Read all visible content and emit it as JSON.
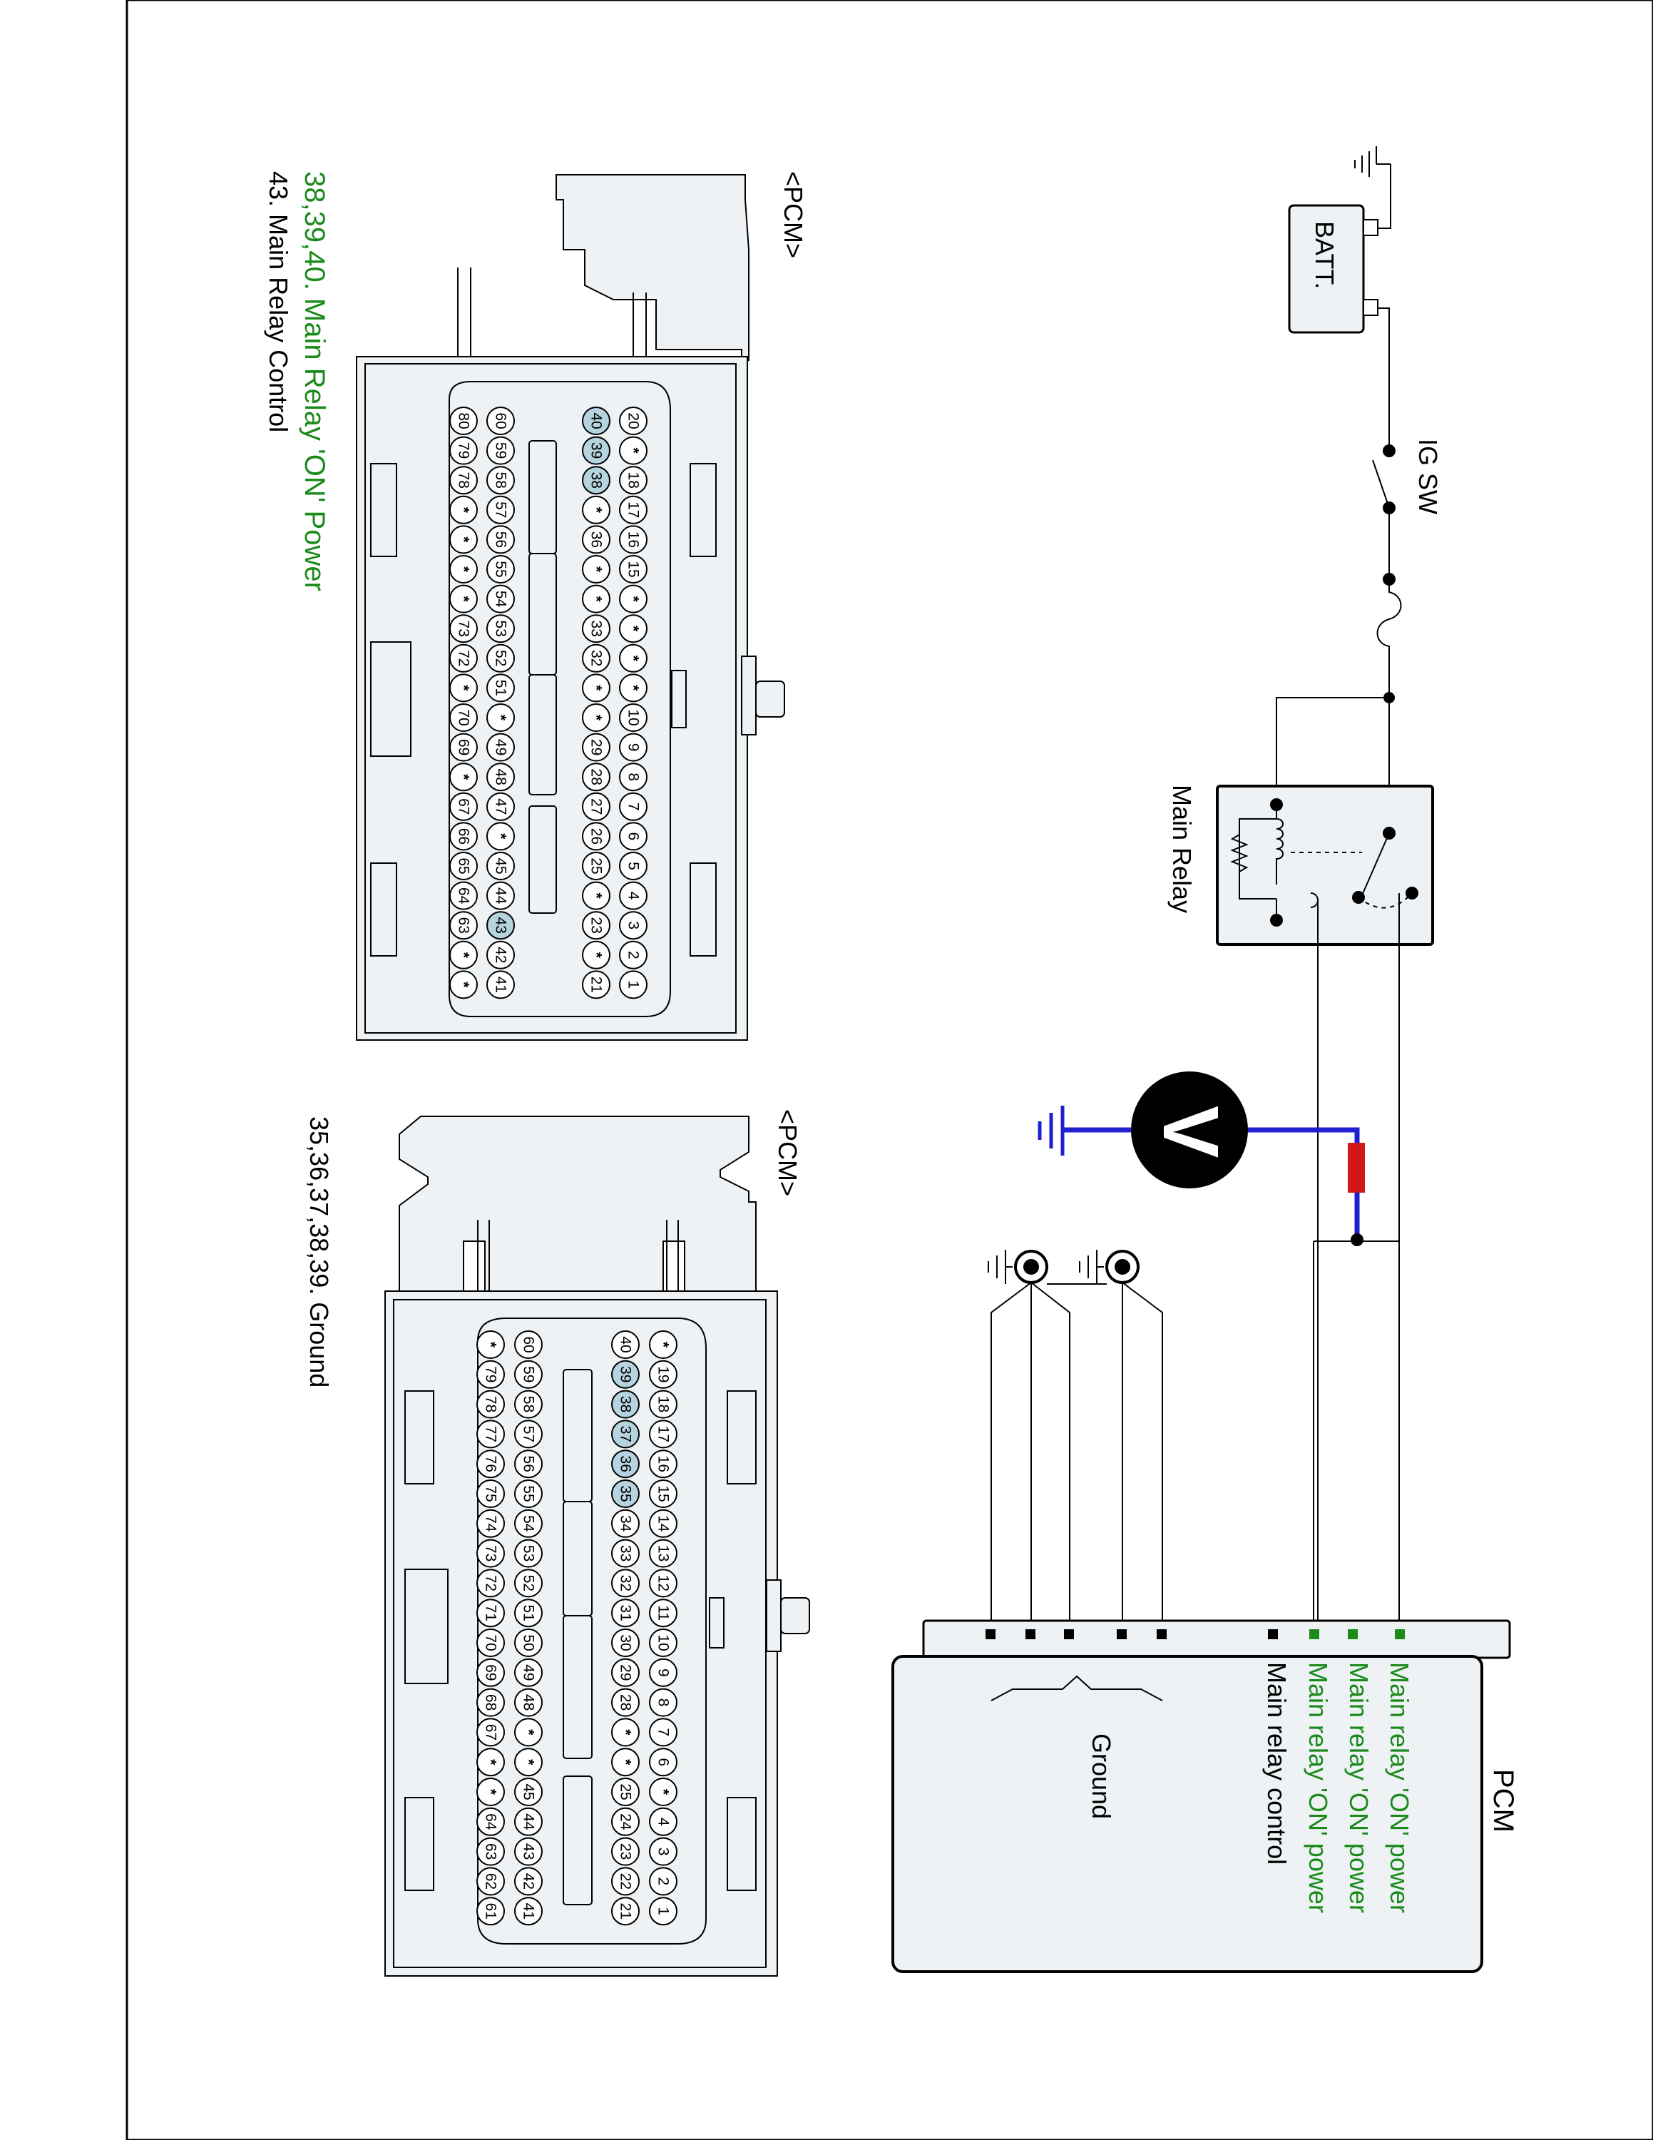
{
  "schematic": {
    "battery_label": "BATT.",
    "ig_switch_label": "IG SW",
    "main_relay_label": "Main Relay",
    "pcm_label": "PCM",
    "pcm_pins": [
      {
        "label": "Main relay 'ON' power",
        "color": "#1a8a1a"
      },
      {
        "label": "Main relay 'ON' power",
        "color": "#1a8a1a"
      },
      {
        "label": "Main relay 'ON' power",
        "color": "#1a8a1a"
      },
      {
        "label": "Main relay control",
        "color": "#000000"
      }
    ],
    "ground_label": "Ground",
    "voltmeter_symbol": "V",
    "probe_color": "#2020d0",
    "probe_tip_color": "#d01818"
  },
  "connector_a": {
    "title": "<PCM>",
    "note_green": "38,39,40. Main Relay 'ON' Power",
    "note_black": "43. Main Relay  Control",
    "row1": [
      "20",
      "*",
      "18",
      "17",
      "16",
      "15",
      "*",
      "*",
      "*",
      "*",
      "10",
      "9",
      "8",
      "7",
      "6",
      "5",
      "4",
      "3",
      "2",
      "1"
    ],
    "row2": [
      "40",
      "39",
      "38",
      "*",
      "36",
      "*",
      "*",
      "33",
      "32",
      "*",
      "*",
      "29",
      "28",
      "27",
      "26",
      "25",
      "*",
      "23",
      "*",
      "21"
    ],
    "row3": [
      "60",
      "59",
      "58",
      "57",
      "56",
      "55",
      "54",
      "53",
      "52",
      "51",
      "*",
      "49",
      "48",
      "47",
      "*",
      "45",
      "44",
      "43",
      "42",
      "41"
    ],
    "row4": [
      "80",
      "79",
      "78",
      "*",
      "*",
      "*",
      "*",
      "73",
      "72",
      "*",
      "70",
      "69",
      "*",
      "67",
      "66",
      "65",
      "64",
      "63",
      "*",
      "*"
    ],
    "highlighted": [
      "row2-0",
      "row2-1",
      "row2-2",
      "row3-17"
    ]
  },
  "connector_b": {
    "title": "<PCM>",
    "note_black": "35,36,37,38,39. Ground",
    "row1": [
      "*",
      "19",
      "18",
      "17",
      "16",
      "15",
      "14",
      "13",
      "12",
      "11",
      "10",
      "9",
      "8",
      "7",
      "6",
      "*",
      "4",
      "3",
      "2",
      "1"
    ],
    "row2": [
      "40",
      "39",
      "38",
      "37",
      "36",
      "35",
      "34",
      "33",
      "32",
      "31",
      "30",
      "29",
      "28",
      "*",
      "*",
      "25",
      "24",
      "23",
      "22",
      "21"
    ],
    "row3": [
      "60",
      "59",
      "58",
      "57",
      "56",
      "55",
      "54",
      "53",
      "52",
      "51",
      "50",
      "49",
      "48",
      "*",
      "*",
      "45",
      "44",
      "43",
      "42",
      "41"
    ],
    "row4": [
      "*",
      "79",
      "78",
      "77",
      "76",
      "75",
      "74",
      "73",
      "72",
      "71",
      "70",
      "69",
      "68",
      "67",
      "*",
      "*",
      "64",
      "63",
      "62",
      "61"
    ],
    "highlighted": [
      "row2-1",
      "row2-2",
      "row2-3",
      "row2-4",
      "row2-5"
    ]
  },
  "colors": {
    "highlight": "#b6d3e0",
    "green_text": "#1a8a1a",
    "housing_fill": "#eef2f4"
  }
}
